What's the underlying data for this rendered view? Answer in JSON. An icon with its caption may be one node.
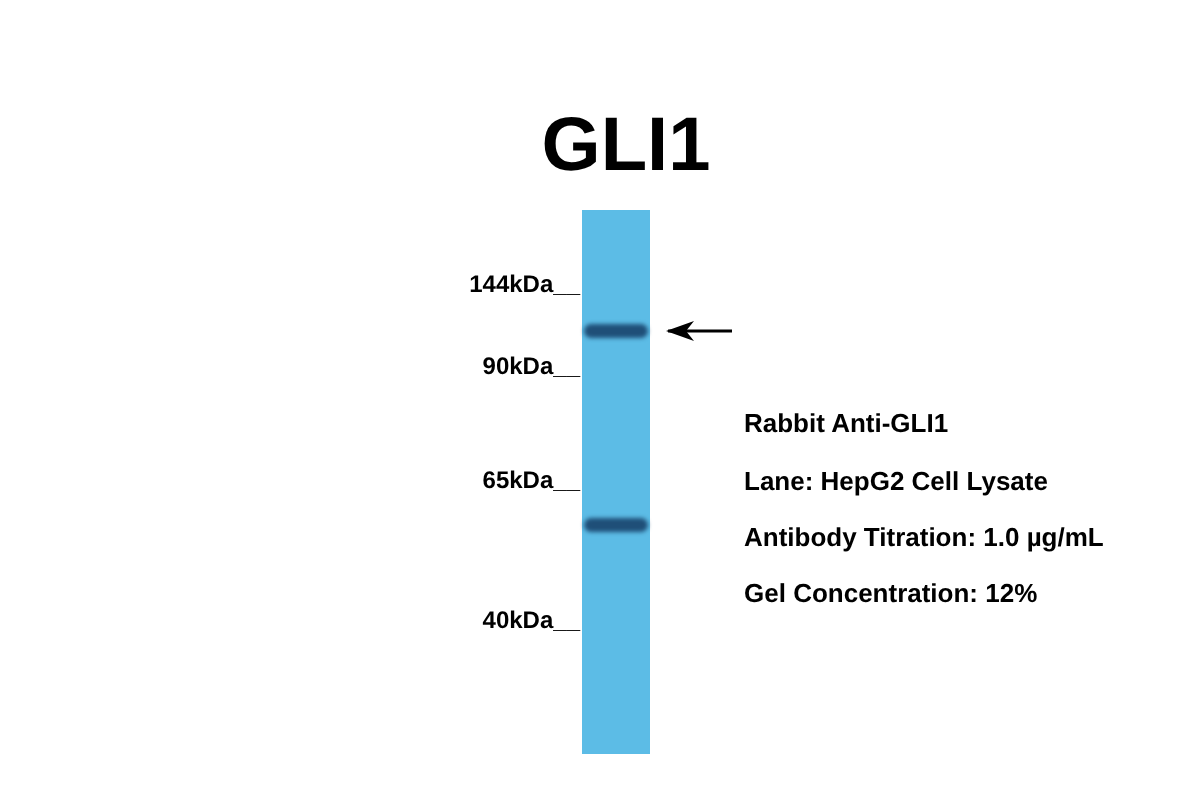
{
  "diagram": {
    "title": "GLI1",
    "nodes": [
      {
        "text": [],
        "shape": "bar"
      },
      {
        "text": [],
        "shape": "bar",
        "in": 0
      }
    ],
    "edges": [
      {
        "from": null,
        "to": 1,
        "arrow": "to"
      }
    ],
    "labels": [
      "144kDa__",
      "90kDa__",
      "65kDa__",
      "40kDa__",
      "Rabbit Anti-GLI1",
      "Lane: HepG2 Cell Lysate",
      "Antibody Titration: 1.0 µg/mL",
      "Gel Concentration: 12%"
    ]
  }
}
